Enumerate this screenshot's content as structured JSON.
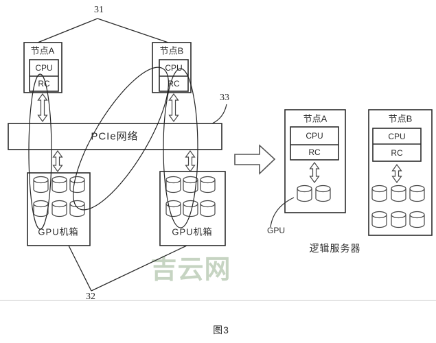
{
  "figure": {
    "caption": "图3"
  },
  "reference_labels": {
    "ref31": "31",
    "ref32": "32",
    "ref33": "33"
  },
  "physical_view": {
    "node_a": {
      "title": "节点A",
      "cpu": "CPU",
      "rc": "RC"
    },
    "node_b": {
      "title": "节点B",
      "cpu": "CPU",
      "rc": "RC"
    },
    "network_label": "PCIe网络",
    "gpu_chassis_left": {
      "title": "GPU机箱",
      "gpu_count": 6
    },
    "gpu_chassis_right": {
      "title": "GPU机箱",
      "gpu_count": 6
    }
  },
  "logical_view": {
    "node_a": {
      "title": "节点A",
      "cpu": "CPU",
      "rc": "RC",
      "gpu_count": 2
    },
    "node_b": {
      "title": "节点B",
      "cpu": "CPU",
      "rc": "RC",
      "gpu_count": 6
    },
    "gpu_pointer_label": "GPU",
    "caption": "逻辑服务器"
  },
  "watermark_text": "吉云网",
  "colors": {
    "line": "#2b2b2b",
    "watermark": "#c6d4c2",
    "separator": "#e4e4e4"
  }
}
